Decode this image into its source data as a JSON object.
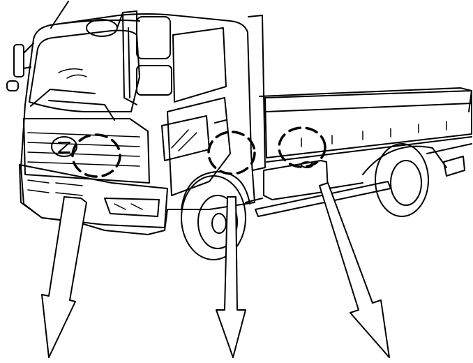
{
  "figure": {
    "subject": "truck-icon",
    "line_color": "#000000",
    "background": "#ffffff",
    "callout_style": "dashed-circle",
    "callouts": [
      {
        "id": "front-grille",
        "arrow": "down"
      },
      {
        "id": "front-wheel-arch",
        "arrow": "down"
      },
      {
        "id": "side-fuel-tank",
        "arrow": "down"
      }
    ]
  }
}
